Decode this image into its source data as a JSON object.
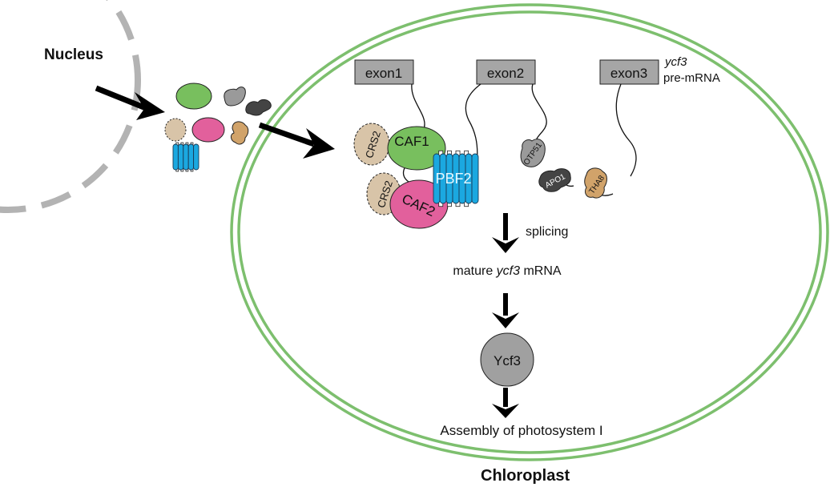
{
  "labels": {
    "nucleus": "Nucleus",
    "chloroplast": "Chloroplast",
    "exon1": "exon1",
    "exon2": "exon2",
    "exon3": "exon3",
    "premrna_gene": "ycf3",
    "premrna_suffix": "pre-mRNA",
    "splicing": "splicing",
    "mature_prefix": "mature ",
    "mature_gene": "ycf3",
    "mature_suffix": " mRNA",
    "ycf3_protein": "Ycf3",
    "assembly": "Assembly of photosystem I"
  },
  "proteins": {
    "crs2_top": "CRS2",
    "crs2_bottom": "CRS2",
    "caf1": "CAF1",
    "caf2": "CAF2",
    "pbf2": "PBF2",
    "otp51": "OTP51",
    "apo1": "APO1",
    "tha8": "THA8"
  },
  "colors": {
    "chloroplast_membrane": "#7dbf6e",
    "nucleus_membrane": "#b3b3b3",
    "caf1": "#78bf5e",
    "caf2": "#e2609c",
    "crs2": "#d8c4a8",
    "pbf2": "#1ba8e0",
    "otp51": "#9a9a9a",
    "apo1": "#444444",
    "tha8": "#d1a36a",
    "exon_box": "#a6a6a6",
    "ycf3_protein": "#a0a0a0"
  }
}
